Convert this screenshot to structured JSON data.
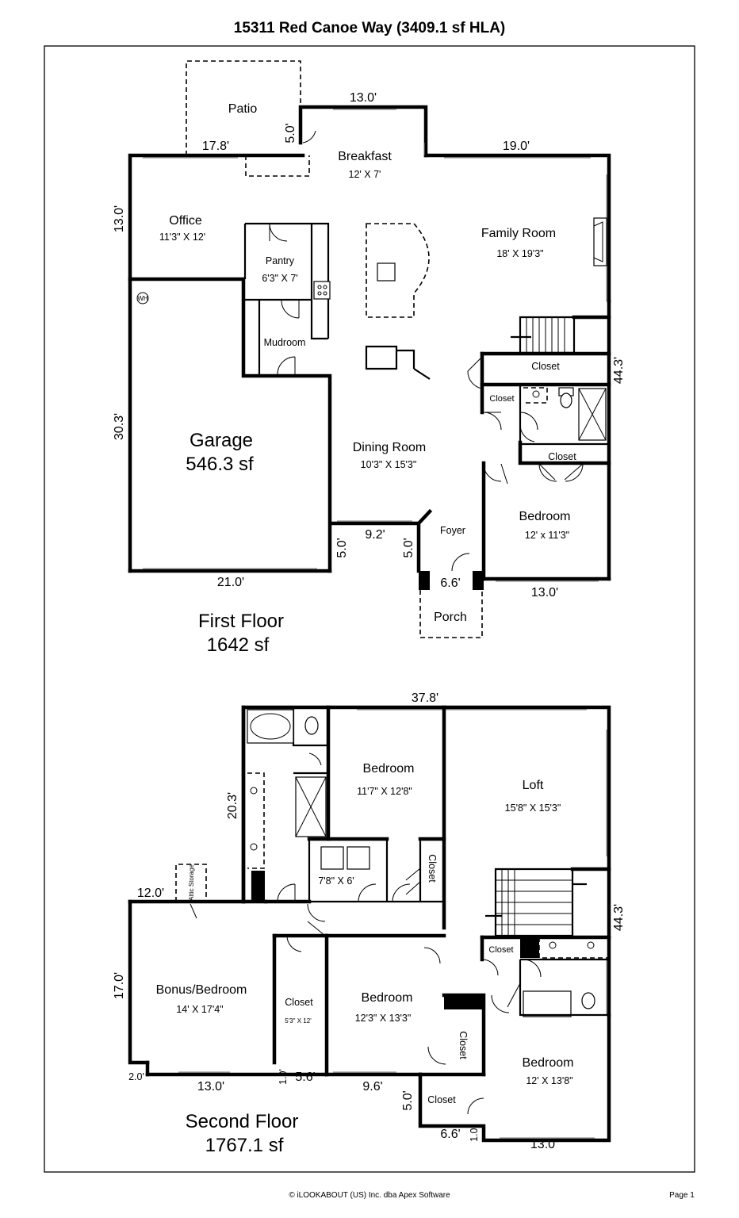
{
  "header": {
    "title": "15311 Red Canoe Way (3409.1 sf HLA)"
  },
  "first_floor": {
    "label": "First Floor",
    "area": "1642 sf",
    "rooms": {
      "patio": "Patio",
      "breakfast": "Breakfast",
      "breakfast_size": "12' X 7'",
      "office": "Office",
      "office_size": "11'3\" X 12'",
      "pantry": "Pantry",
      "pantry_size": "6'3\" X 7'",
      "family_room": "Family Room",
      "family_room_size": "18' X 19'3\"",
      "mudroom": "Mudroom",
      "closet_stairs": "Closet",
      "closet_small": "Closet",
      "closet_bed": "Closet",
      "garage": "Garage",
      "garage_area": "546.3 sf",
      "dining_room": "Dining Room",
      "dining_room_size": "10'3\" X 15'3\"",
      "bedroom": "Bedroom",
      "bedroom_size": "12' x 11'3\"",
      "foyer": "Foyer",
      "porch": "Porch",
      "wh": "WH"
    },
    "dims": {
      "d13_top": "13.0'",
      "d17_8": "17.8'",
      "d5_patio": "5.0'",
      "d19": "19.0'",
      "d13_left": "13.0'",
      "d30_3": "30.3'",
      "d44_3": "44.3'",
      "d21": "21.0'",
      "d9_2": "9.2'",
      "d5_a": "5.0'",
      "d5_b": "5.0'",
      "d6_6": "6.6'",
      "d13_bed": "13.0'"
    }
  },
  "second_floor": {
    "label": "Second Floor",
    "area": "1767.1 sf",
    "rooms": {
      "bedroom1": "Bedroom",
      "bedroom1_size": "11'7\" X 12'8\"",
      "loft": "Loft",
      "loft_size": "15'8\" X 15'3\"",
      "laundry_size": "7'8\" X 6'",
      "closet_v": "Closet",
      "closet_small1": "Closet",
      "attic": "Attic Storage",
      "bonus": "Bonus/Bedroom",
      "bonus_size": "14' X 17'4\"",
      "closet_mid": "Closet",
      "closet_mid_size": "5'3\" X 12'",
      "bedroom2": "Bedroom",
      "bedroom2_size": "12'3\" X 13'3\"",
      "closet_small2": "Closet",
      "closet_v2": "Closet",
      "closet_low": "Closet",
      "bedroom3": "Bedroom",
      "bedroom3_size": "12' X 13'8\""
    },
    "dims": {
      "d37_8": "37.8'",
      "d20_3": "20.3'",
      "d12": "12.0'",
      "d44_3": "44.3'",
      "d17": "17.0'",
      "d2": "2.0'",
      "d13_a": "13.0'",
      "d1_a": "1.0'",
      "d5_6": "5.6'",
      "d9_6": "9.6'",
      "d5": "5.0'",
      "d6_6": "6.6'",
      "d1_b": "1.0'",
      "d13_b": "13.0'"
    }
  },
  "footer": {
    "copyright": "© iLOOKABOUT (US) Inc. dba Apex Software",
    "page": "Page 1"
  }
}
